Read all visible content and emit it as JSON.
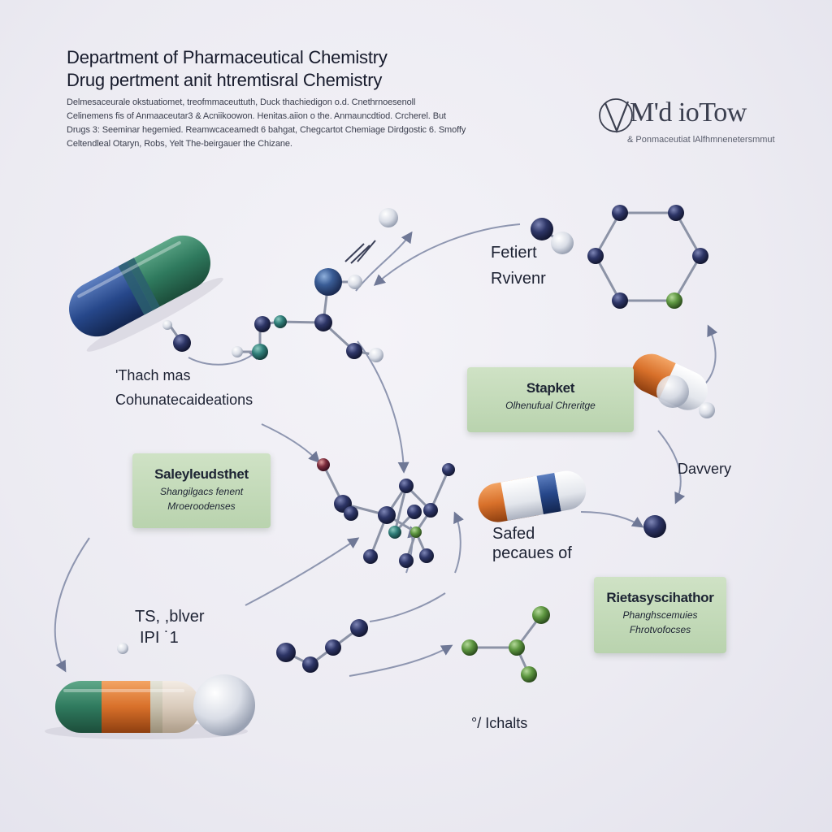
{
  "header": {
    "title_line1": "Department of Pharmaceutical Chemistry",
    "title_line2": "Drug pertment anit htremtisral Chemistry",
    "blurb": [
      "Delmesaceurale okstuatiomet, treofmmaceuttuth, Duck thachiedigon o.d. Cnethrnoesenoll",
      "Celinemens fis of Anmaaceutar3 & Acniikoowon. Henitas.aiion o the. Anmauncdtiod. Crcherel. But",
      "Drugs 3: Seeminar hegemied. Reamwcaceamedt 6 bahgat, Chegcartot Chemiage Dirdgostic 6. Smoffy",
      "Celtendleal Otaryn, Robs, Yelt The-beirgauer the Chizane."
    ]
  },
  "logo": {
    "mark": "V",
    "text": "M'd ioTow",
    "subtitle": "& Ponmaceutiat lAlfhmnenetersmmut"
  },
  "labels": {
    "left_top_line1": "'Thach mas",
    "left_top_line2": "Cohunatecaideations",
    "right_top_line1": "Fetiert",
    "right_top_line2": "Rvivenr",
    "right_mid": "Davvery",
    "center_right_line1": "Safed",
    "center_right_line2": "pecaues of",
    "left_bottom_line1": "TS, ,blver",
    "left_bottom_line2": "IPI ˙1",
    "bottom_center": "°/ Ichalts"
  },
  "cards": [
    {
      "title": "Stapket",
      "subtitle": "Olhenufual Chreritge"
    },
    {
      "title": "Saleyleudsthet",
      "subtitle_line1": "Shangilgacs fenent",
      "subtitle_line2": "Mroeroodenses"
    },
    {
      "title": "Rietasyscihathor",
      "subtitle_line1": "Phanghscemuies",
      "subtitle_line2": "Fhrotvofocses"
    }
  ],
  "colors": {
    "accent_blue": "#2f4f86",
    "accent_green": "#2f7a5e",
    "accent_orange": "#d8702a",
    "card_green": "#c3dab8",
    "bond": "#8c93a6"
  }
}
